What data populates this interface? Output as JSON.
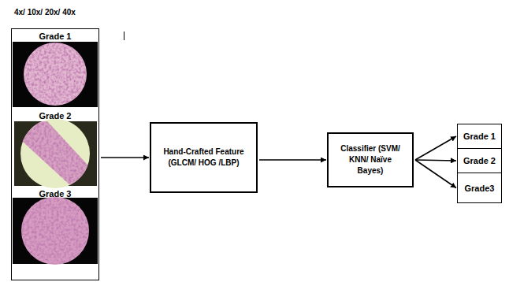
{
  "diagram": {
    "nodes": [
      {
        "text": [
          "4x/ 10x/ 20x/ 40x"
        ]
      },
      {
        "text": [
          "Grade 1"
        ],
        "in": 0
      },
      {
        "text": [
          "Grade 2"
        ],
        "in": 0
      },
      {
        "text": [
          "Grade 3"
        ],
        "in": 0
      },
      {
        "text": [
          "Hand-Crafted Feature (GLCM/ HOG /LBP)"
        ]
      },
      {
        "text": [
          "Classifier (SVM/ KNN/ Naïve Bayes)"
        ]
      },
      {
        "text": [
          "Grade 1"
        ]
      },
      {
        "text": [
          "Grade 2"
        ]
      },
      {
        "text": [
          "Grade3"
        ]
      }
    ],
    "edges": [
      {
        "from": 0,
        "to": 4,
        "arrow": "to"
      },
      {
        "from": 4,
        "to": 5,
        "arrow": "to"
      },
      {
        "from": 5,
        "to": 6,
        "arrow": "to"
      },
      {
        "from": 5,
        "to": 7,
        "arrow": "to"
      },
      {
        "from": 5,
        "to": 8,
        "arrow": "to"
      }
    ]
  }
}
